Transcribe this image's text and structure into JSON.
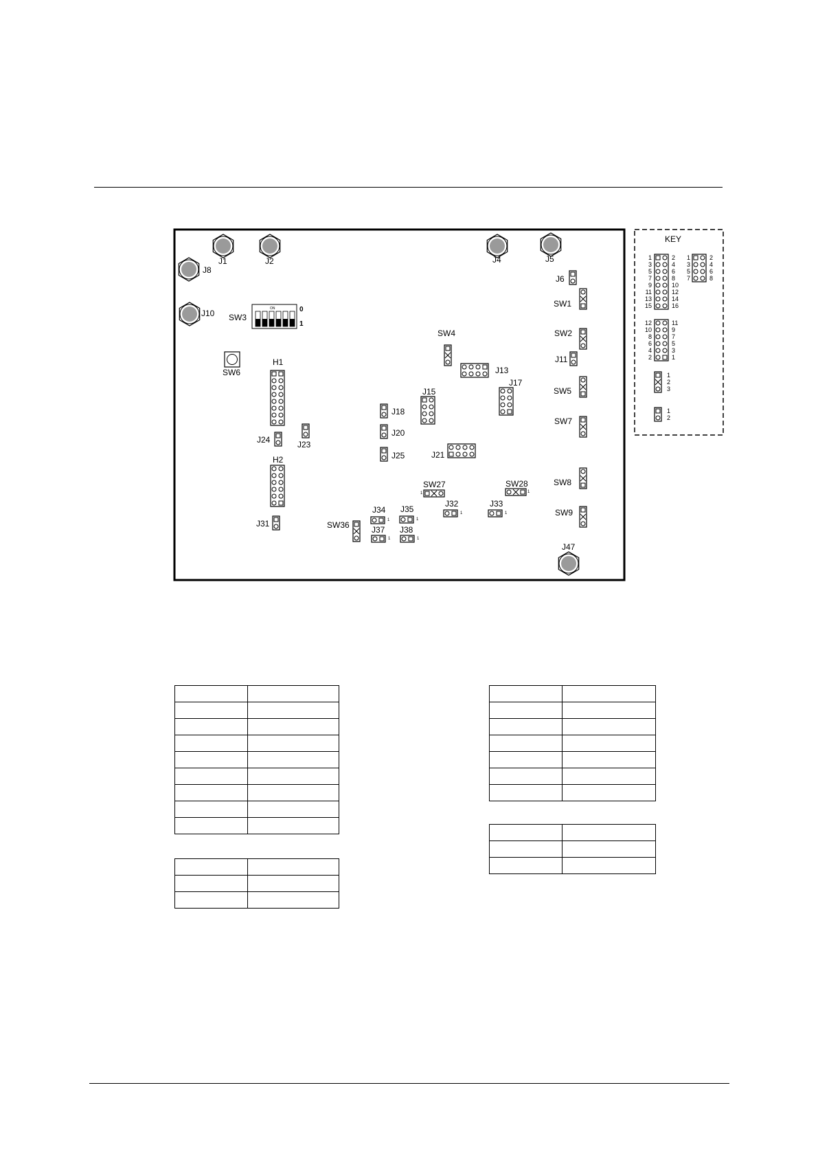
{
  "board": {
    "coax": [
      {
        "id": "J1",
        "label": "J1"
      },
      {
        "id": "J2",
        "label": "J2"
      },
      {
        "id": "J4",
        "label": "J4"
      },
      {
        "id": "J5",
        "label": "J5"
      },
      {
        "id": "J8",
        "label": "J8"
      },
      {
        "id": "J10",
        "label": "J10"
      },
      {
        "id": "J47",
        "label": "J47"
      }
    ],
    "sw3": {
      "label": "SW3",
      "on_label": "0",
      "off_label": "1",
      "caption": "ON"
    },
    "sw6_label": "SW6",
    "headers": [
      {
        "id": "H1",
        "label": "H1"
      },
      {
        "id": "H2",
        "label": "H2"
      },
      {
        "id": "J13",
        "label": "J13"
      },
      {
        "id": "J15",
        "label": "J15"
      },
      {
        "id": "J17",
        "label": "J17"
      },
      {
        "id": "J21",
        "label": "J21"
      }
    ],
    "two_pin": [
      {
        "id": "J6",
        "label": "J6"
      },
      {
        "id": "J11",
        "label": "J11"
      },
      {
        "id": "J18",
        "label": "J18"
      },
      {
        "id": "J20",
        "label": "J20"
      },
      {
        "id": "J25",
        "label": "J25"
      },
      {
        "id": "J23",
        "label": "J23"
      },
      {
        "id": "J24",
        "label": "J24"
      },
      {
        "id": "J31",
        "label": "J31"
      },
      {
        "id": "J32",
        "label": "J32",
        "pin": "1"
      },
      {
        "id": "J33",
        "label": "J33",
        "pin": "1"
      },
      {
        "id": "J34",
        "label": "J34",
        "pin": "1"
      },
      {
        "id": "J35",
        "label": "J35",
        "pin": "1"
      },
      {
        "id": "J37",
        "label": "J37",
        "pin": "1"
      },
      {
        "id": "J38",
        "label": "J38",
        "pin": "1"
      }
    ],
    "three_pin": [
      {
        "id": "SW1",
        "label": "SW1"
      },
      {
        "id": "SW2",
        "label": "SW2"
      },
      {
        "id": "SW4",
        "label": "SW4"
      },
      {
        "id": "SW5",
        "label": "SW5"
      },
      {
        "id": "SW7",
        "label": "SW7"
      },
      {
        "id": "SW8",
        "label": "SW8"
      },
      {
        "id": "SW9",
        "label": "SW9"
      },
      {
        "id": "SW36",
        "label": "SW36"
      },
      {
        "id": "SW27",
        "label": "SW27",
        "pin": "1"
      },
      {
        "id": "SW28",
        "label": "SW28",
        "pin": "1"
      }
    ]
  },
  "key": {
    "title": "KEY",
    "hdr16": {
      "left": [
        "1",
        "3",
        "5",
        "7",
        "9",
        "11",
        "13",
        "15"
      ],
      "right": [
        "2",
        "4",
        "6",
        "8",
        "10",
        "12",
        "14",
        "16"
      ]
    },
    "hdr8": {
      "left": [
        "1",
        "3",
        "5",
        "7"
      ],
      "right": [
        "2",
        "4",
        "6",
        "8"
      ]
    },
    "hdr12": {
      "left": [
        "12",
        "10",
        "8",
        "6",
        "4",
        "2"
      ],
      "right": [
        "11",
        "9",
        "7",
        "5",
        "3",
        "1"
      ]
    },
    "three": [
      "1",
      "2",
      "3"
    ],
    "two": [
      "1",
      "2"
    ]
  },
  "tables": [
    {
      "id": "table-a",
      "rows": 9
    },
    {
      "id": "table-b",
      "rows": 3
    },
    {
      "id": "table-c",
      "rows": 7
    },
    {
      "id": "table-d",
      "rows": 3
    }
  ]
}
